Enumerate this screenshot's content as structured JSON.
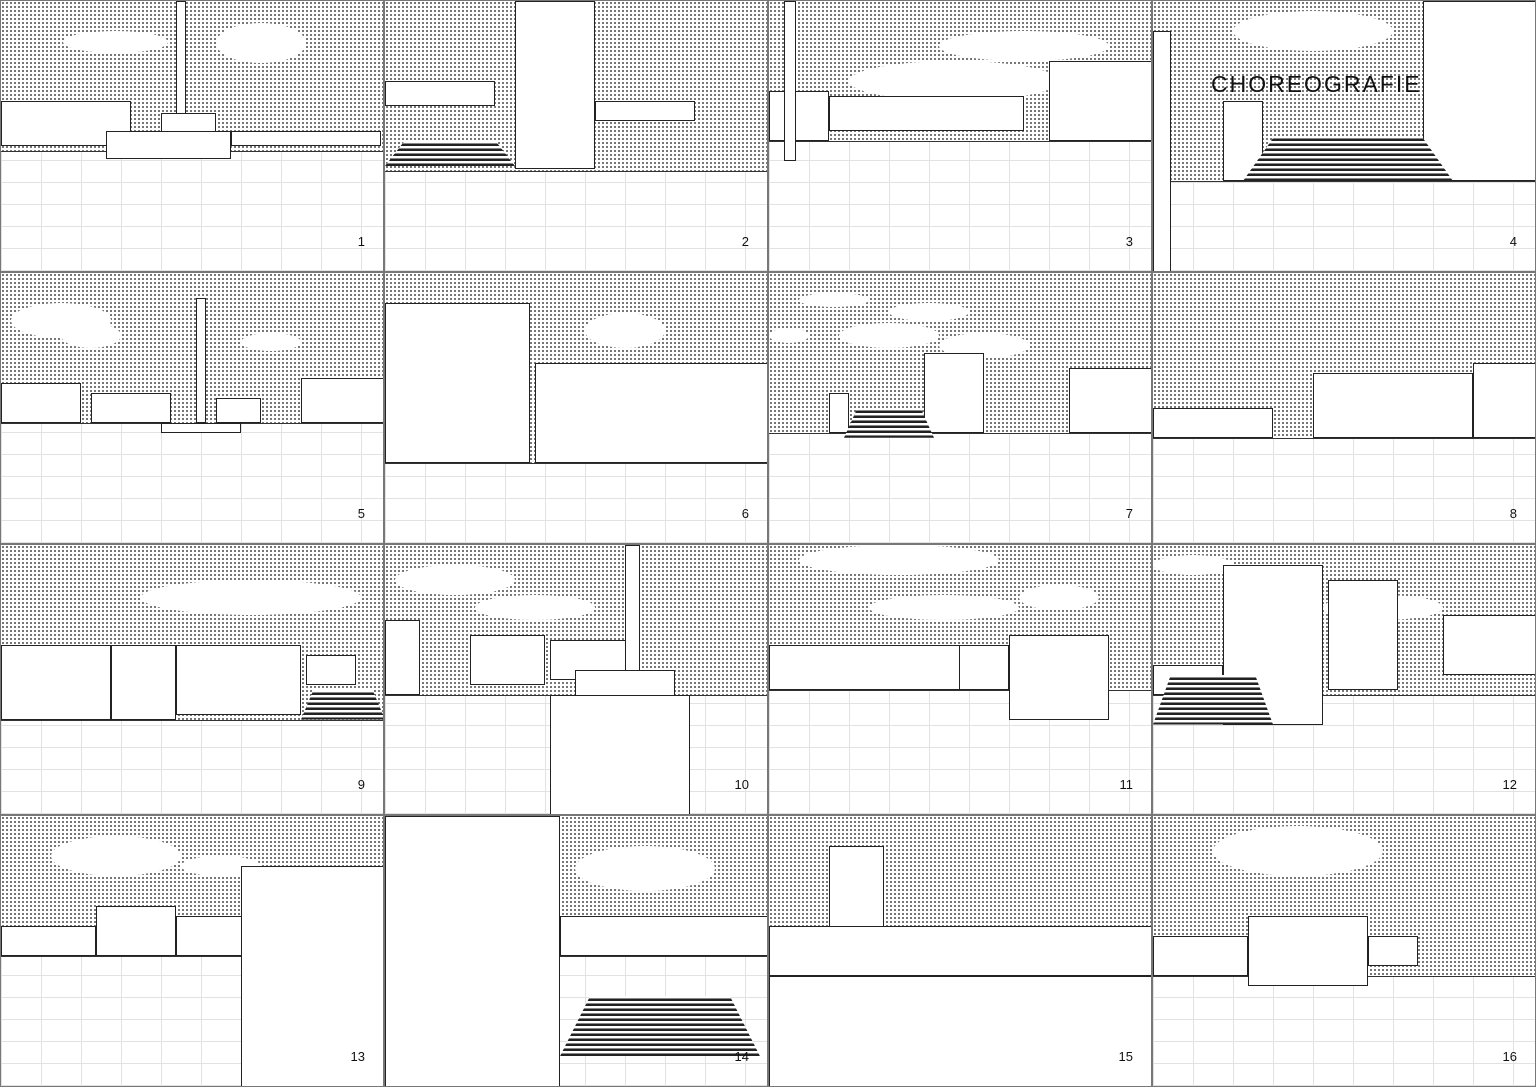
{
  "title": "CHOREOGRAFIE",
  "panels": [
    {
      "number": "1"
    },
    {
      "number": "2"
    },
    {
      "number": "3"
    },
    {
      "number": "4"
    },
    {
      "number": "5"
    },
    {
      "number": "6"
    },
    {
      "number": "7"
    },
    {
      "number": "8"
    },
    {
      "number": "9"
    },
    {
      "number": "10"
    },
    {
      "number": "11"
    },
    {
      "number": "12"
    },
    {
      "number": "13"
    },
    {
      "number": "14"
    },
    {
      "number": "15"
    },
    {
      "number": "16"
    }
  ]
}
